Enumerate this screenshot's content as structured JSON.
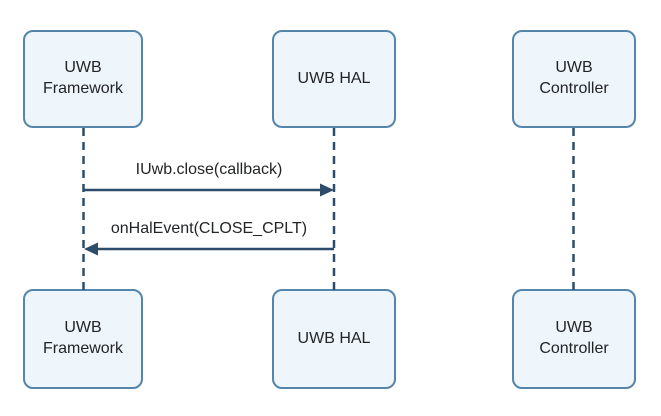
{
  "diagram": {
    "type": "sequence",
    "actors": [
      {
        "id": "uwb-framework",
        "label": "UWB Framework"
      },
      {
        "id": "uwb-hal",
        "label": "UWB HAL"
      },
      {
        "id": "uwb-controller",
        "label": "UWB Controller"
      }
    ],
    "messages": [
      {
        "from": "uwb-framework",
        "to": "uwb-hal",
        "label": "IUwb.close(callback)",
        "direction": "right"
      },
      {
        "from": "uwb-hal",
        "to": "uwb-framework",
        "label": "onHalEvent(CLOSE_CPLT)",
        "direction": "left"
      }
    ],
    "colors": {
      "box_fill": "#eef5fb",
      "box_border": "#5585ab",
      "line_color": "#2d4c69",
      "text_color": "#222426",
      "background": "#ffffff"
    }
  }
}
